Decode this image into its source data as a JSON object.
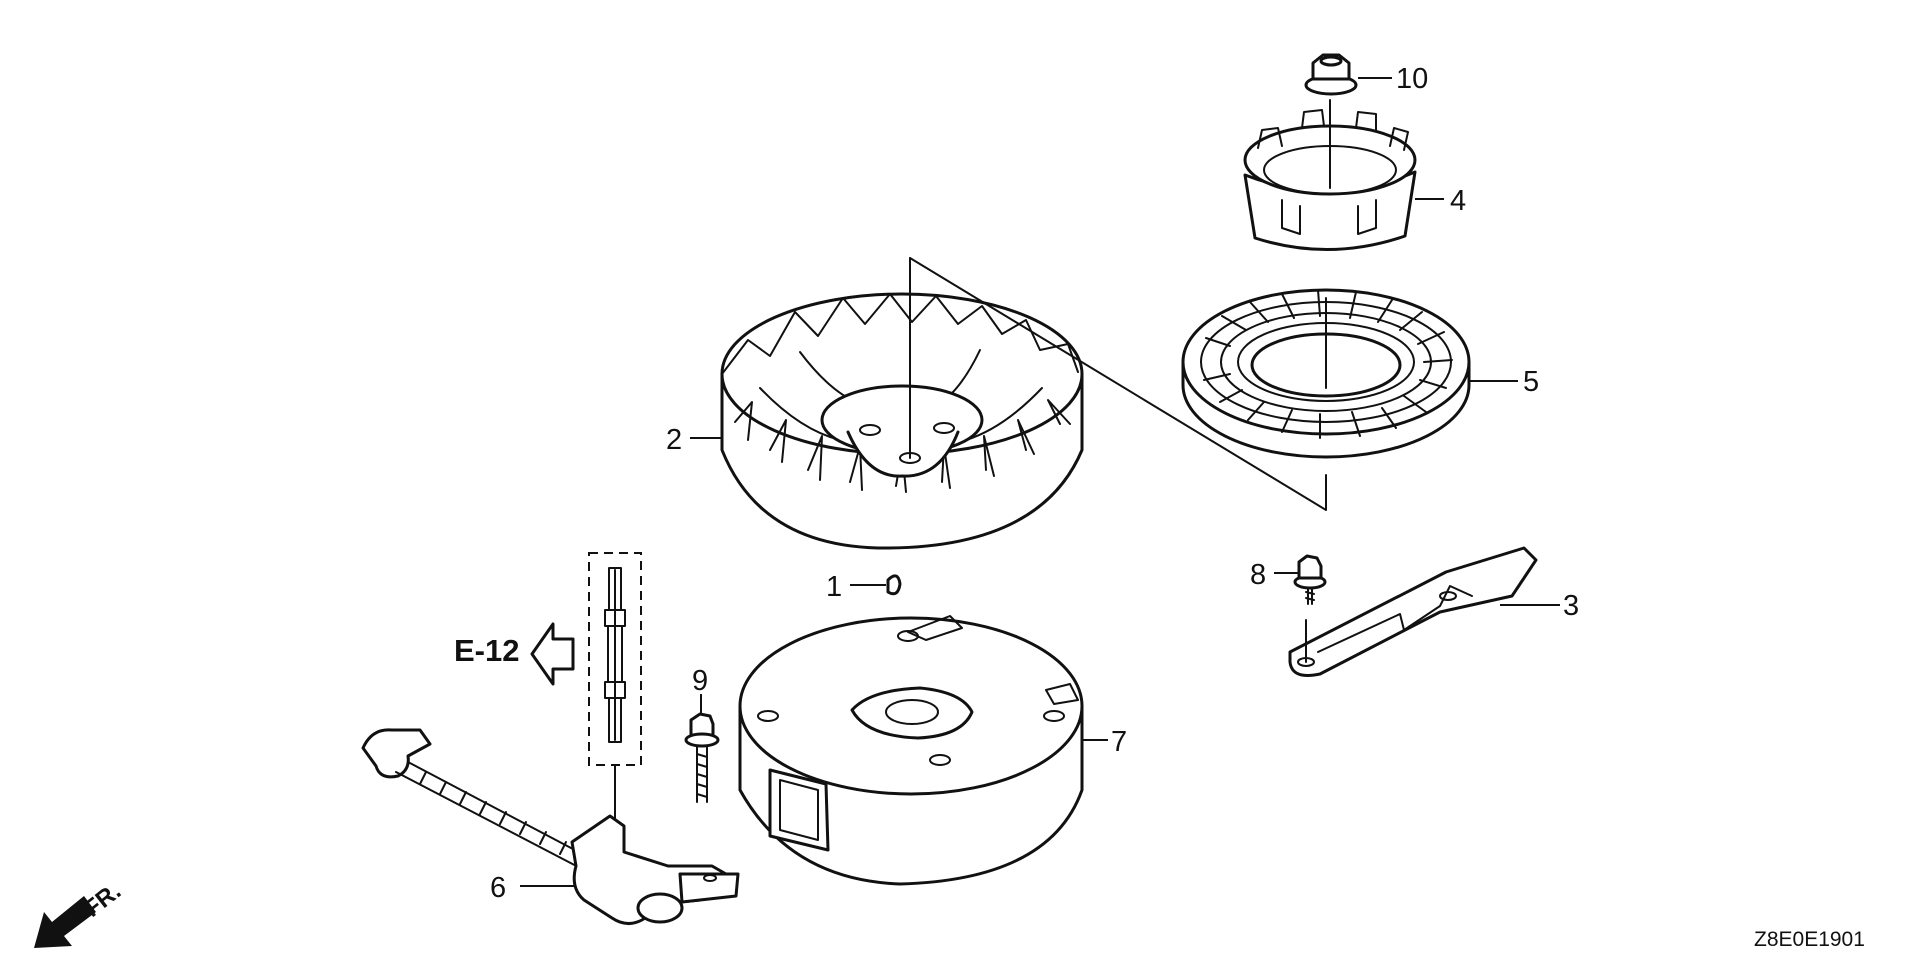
{
  "callouts": [
    "1",
    "2",
    "3",
    "4",
    "5",
    "6",
    "7",
    "8",
    "9",
    "10"
  ],
  "reference": "E-12",
  "direction": "FR.",
  "diagram_code": "Z8E0E1901",
  "icons": {
    "reference_arrow": "hollow-left-arrow-icon",
    "front_direction": "solid-arrow-down-left-icon"
  }
}
